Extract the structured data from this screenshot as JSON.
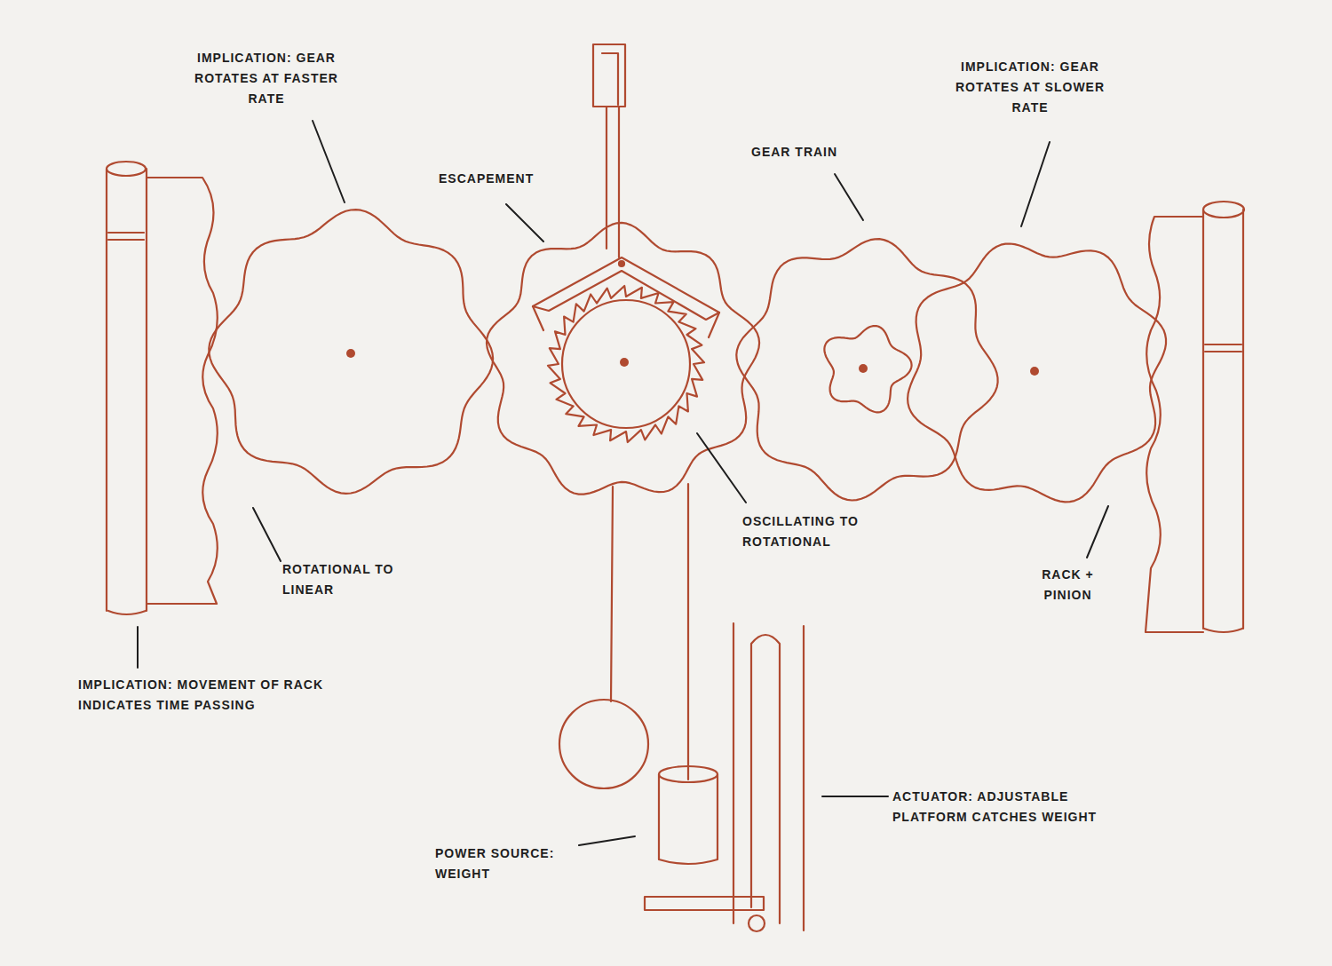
{
  "diagram": {
    "labels": [
      "IMPLICATION: GEAR ROTATES AT FASTER RATE",
      "ESCAPEMENT",
      "GEAR TRAIN",
      "IMPLICATION: GEAR ROTATES AT SLOWER RATE",
      "ROTATIONAL TO LINEAR",
      "OSCILLATING TO ROTATIONAL",
      "RACK + PINION",
      "IMPLICATION: MOVEMENT OF RACK INDICATES TIME PASSING",
      "POWER SOURCE: WEIGHT",
      "ACTUATOR: ADJUSTABLE PLATFORM CATCHES WEIGHT"
    ]
  }
}
